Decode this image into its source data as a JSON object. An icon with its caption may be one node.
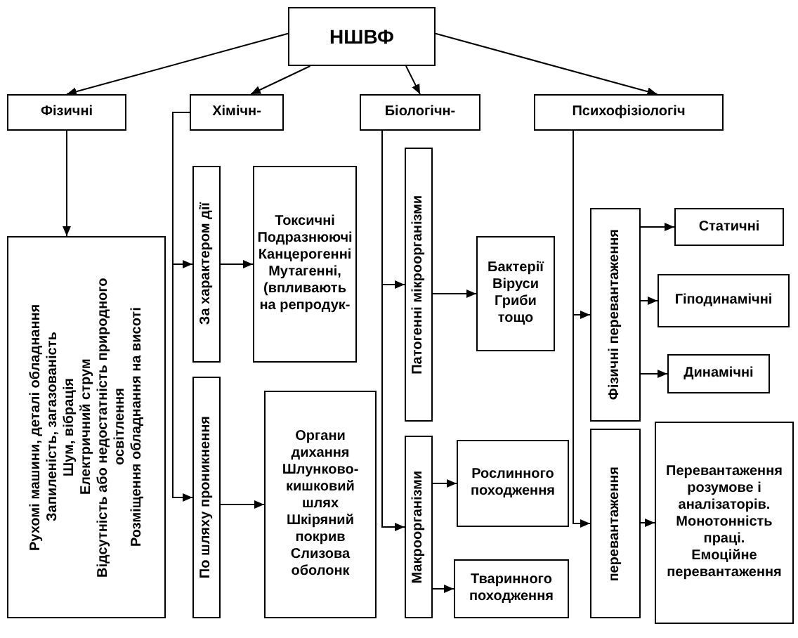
{
  "diagram": {
    "nodes": [
      {
        "text": [
          "НШВФ"
        ]
      },
      {
        "text": [
          "Фізичні"
        ]
      },
      {
        "text": [
          "Хімічн-"
        ]
      },
      {
        "text": [
          "Біологічн-"
        ]
      },
      {
        "text": [
          "Психофізіологіч"
        ]
      },
      {
        "text": [
          "Рухомі машини, деталі обладнання",
          "Запиленість, загазованість",
          "Шум, вібрація",
          "Електричний струм",
          "Відсутність або недостатність природного освітлення",
          "Розміщення обладнання на висоті"
        ]
      },
      {
        "text": [
          "За характером дії"
        ]
      },
      {
        "text": [
          "Токсичні",
          "Подразнюючі",
          "Канцерогенні",
          "Мутагенні, (впливають на репродук-"
        ]
      },
      {
        "text": [
          "По шляху проникнення"
        ]
      },
      {
        "text": [
          "Органи дихання",
          "Шлунково-кишковий шлях",
          "Шкіряний покрив",
          "Слизова оболонк"
        ]
      },
      {
        "text": [
          "Патогенні мікроорганізми"
        ]
      },
      {
        "text": [
          "Бактерії",
          "Віруси",
          "Гриби",
          "тощо"
        ]
      },
      {
        "text": [
          "Макроорганізми"
        ]
      },
      {
        "text": [
          "Рослинного походження"
        ]
      },
      {
        "text": [
          "Тваринного походження"
        ]
      },
      {
        "text": [
          "Фізичні перевантаження"
        ]
      },
      {
        "text": [
          "Статичні"
        ]
      },
      {
        "text": [
          "Гіподинамічні"
        ]
      },
      {
        "text": [
          "Динамічні"
        ]
      },
      {
        "text": [
          "перевантаження"
        ]
      },
      {
        "text": [
          "Перевантаження розумове і аналізаторів.",
          "Монотонність праці.",
          "Емоційне перевантаження"
        ]
      }
    ],
    "edges": [
      {
        "from": 0,
        "to": 1,
        "arrow": "to"
      },
      {
        "from": 0,
        "to": 2,
        "arrow": "to"
      },
      {
        "from": 0,
        "to": 3,
        "arrow": "to"
      },
      {
        "from": 0,
        "to": 4,
        "arrow": "to"
      },
      {
        "from": 1,
        "to": 5,
        "arrow": "to"
      },
      {
        "from": 2,
        "to": 6,
        "arrow": "to"
      },
      {
        "from": 2,
        "to": 8,
        "arrow": "to"
      },
      {
        "from": 6,
        "to": 7,
        "arrow": "to"
      },
      {
        "from": 8,
        "to": 9,
        "arrow": "to"
      },
      {
        "from": 3,
        "to": 10,
        "arrow": "to"
      },
      {
        "from": 3,
        "to": 12,
        "arrow": "to"
      },
      {
        "from": 10,
        "to": 11,
        "arrow": "to"
      },
      {
        "from": 12,
        "to": 13,
        "arrow": "to"
      },
      {
        "from": 12,
        "to": 14,
        "arrow": "to"
      },
      {
        "from": 4,
        "to": 15,
        "arrow": "to"
      },
      {
        "from": 4,
        "to": 19,
        "arrow": "to"
      },
      {
        "from": 15,
        "to": 16,
        "arrow": "to"
      },
      {
        "from": 15,
        "to": 17,
        "arrow": "to"
      },
      {
        "from": 15,
        "to": 18,
        "arrow": "to"
      },
      {
        "from": 19,
        "to": 20,
        "arrow": "to"
      }
    ]
  }
}
